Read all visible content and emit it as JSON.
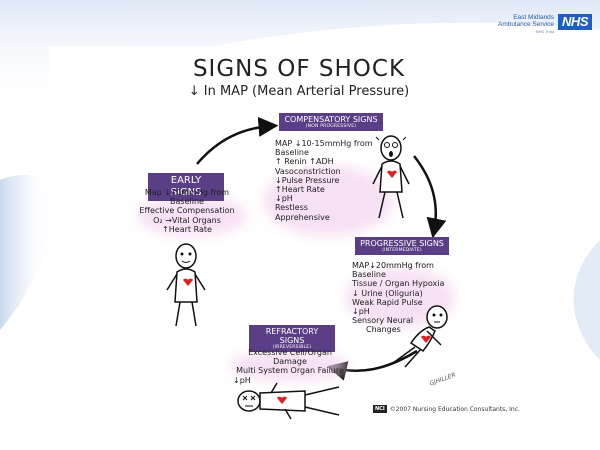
{
  "branding": {
    "org_line1": "East Midlands",
    "org_line2": "Ambulance Service",
    "org_line3": "NHS Trust",
    "logo": "NHS",
    "logo_color": "#1f5fbf"
  },
  "diagram": {
    "title": "SIGNS OF SHOCK",
    "subtitle": "↓ In MAP (Mean Arterial Pressure)",
    "accent_color": "#5a3f86",
    "highlight_color": "#f3d4ee",
    "early": {
      "header": "EARLY SIGNS",
      "items": [
        "Map ↓10mmHg from",
        "Baseline",
        "Effective Compensation",
        "O₂ →Vital Organs",
        "↑Heart Rate"
      ]
    },
    "compensatory": {
      "header": "COMPENSATORY SIGNS",
      "subheader": "(NON PROGRESSIVE)",
      "items": [
        "MAP ↓10-15mmHg from",
        "Baseline",
        "↑ Renin  ↑ADH",
        "Vasoconstriction",
        "↓Pulse Pressure",
        "↑Heart Rate",
        "↓pH",
        "Restless",
        "Apprehensive"
      ]
    },
    "progressive": {
      "header": "PROGRESSIVE SIGNS",
      "subheader": "(INTERMEDIATE)",
      "items": [
        "MAP↓20mmHg from",
        "Baseline",
        "Tissue / Organ Hypoxia",
        "↓ Urine (Oliguria)",
        "Weak Rapid Pulse",
        "↓pH",
        "Sensory Neural",
        "Changes"
      ]
    },
    "refractory": {
      "header": "REFRACTORY SIGNS",
      "subheader": "(IRREVERSIBLE)",
      "items": [
        "Excessive Cell/Organ",
        "Damage",
        "Multi System Organ Failure",
        "↓pH"
      ]
    },
    "signature": "GJHILLER",
    "copyright_logo": "NCI",
    "copyright": "©2007 Nursing Education Consultants, Inc."
  }
}
